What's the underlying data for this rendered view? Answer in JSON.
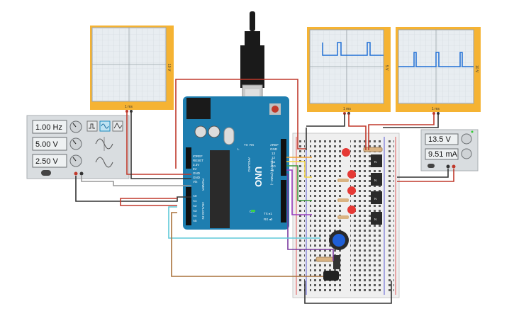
{
  "function_generator": {
    "frequency": "1.00 Hz",
    "amplitude": "5.00 V",
    "offset": "2.50 V"
  },
  "power_supply": {
    "voltage": "13.5 V",
    "current": "9.51 mA"
  },
  "arduino": {
    "brand": "ARDUINO",
    "model": "UNO",
    "power_label": "POWER",
    "analog_label": "ANALOG IN",
    "digital_label": "DIGITAL (PWM ~)",
    "power_pins": [
      "IOREF",
      "RESET",
      "3.3V",
      "5V",
      "GND",
      "GND",
      "Vin"
    ],
    "analog_pins": [
      "A0",
      "A1",
      "A2",
      "A3",
      "A4",
      "A5"
    ],
    "digital_top": [
      "AREF",
      "GND",
      "13",
      "12",
      "~11",
      "~10",
      "~9"
    ],
    "tx": "TX",
    "rx": "RX",
    "txd": "TX ▸1",
    "rxd": "RX ◂0",
    "on": "ON",
    "l": "L"
  },
  "oscilloscopes": [
    {
      "side_label": "10 V",
      "bottom_label": "1 ms"
    },
    {
      "side_label": "5 V",
      "bottom_label": "1 ms"
    },
    {
      "side_label": "10 V",
      "bottom_label": "1 ms"
    }
  ],
  "transistor_label": "N"
}
